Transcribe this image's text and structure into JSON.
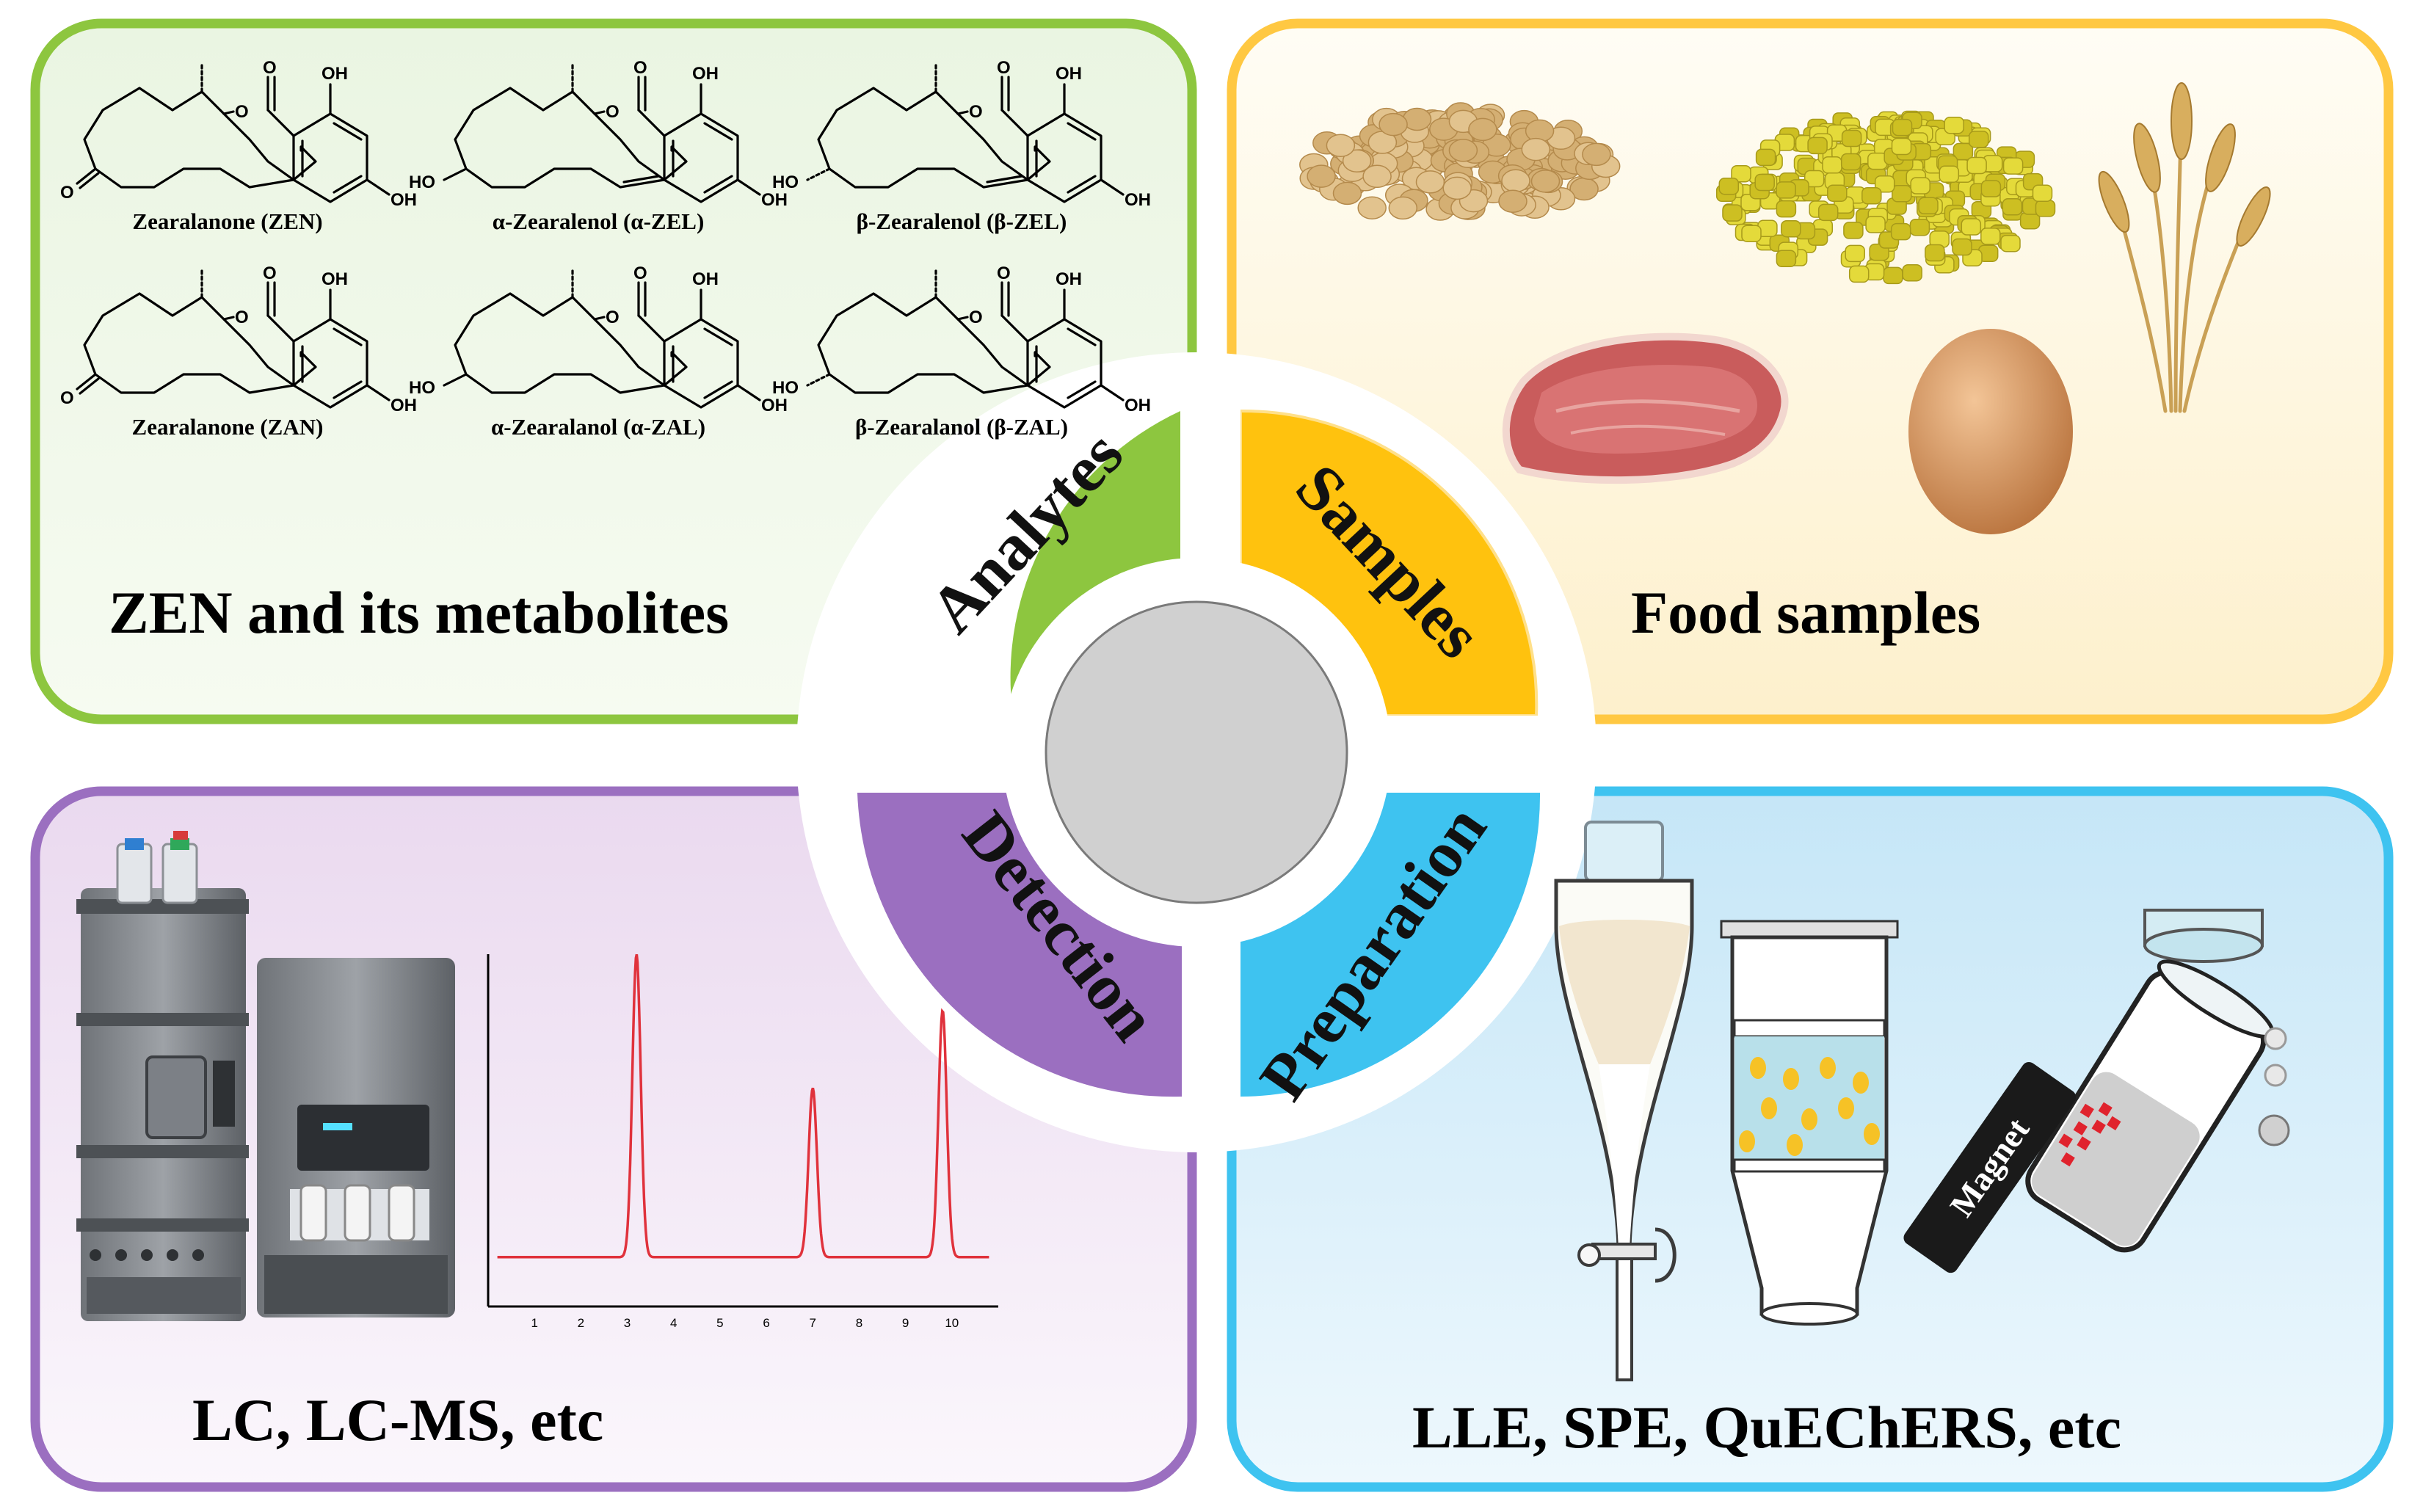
{
  "quadrants": {
    "analytes": {
      "label": "Analytes",
      "title": "ZEN and its metabolites",
      "color": "#8dc63f",
      "compounds": [
        {
          "name": "Zearalanone (ZEN)",
          "ring_sub": "O",
          "alkene": false
        },
        {
          "name": "α-Zearalenol (α-ZEL)",
          "ring_sub": "HO",
          "alkene": true
        },
        {
          "name": "β-Zearalenol (β-ZEL)",
          "ring_sub": "HO",
          "alkene": true
        },
        {
          "name": "Zearalanone (ZAN)",
          "ring_sub": "O",
          "alkene": false
        },
        {
          "name": "α-Zearalanol (α-ZAL)",
          "ring_sub": "HO",
          "alkene": false
        },
        {
          "name": "β-Zearalanol (β-ZAL)",
          "ring_sub": "HO",
          "alkene": false
        }
      ],
      "atoms": {
        "oxygen": "O",
        "hydroxyl": "OH",
        "hydroxyl_left": "HO"
      }
    },
    "samples": {
      "label": "Samples",
      "title": "Food samples",
      "color": "#ffc20e",
      "items": [
        "soybean-icon",
        "corn-icon",
        "wheat-icon",
        "meat-icon",
        "egg-icon"
      ]
    },
    "detection": {
      "label": "Detection",
      "title": "LC, LC-MS, etc",
      "color": "#9b6fc0"
    },
    "preparation": {
      "label": "Preparation",
      "title": "LLE, SPE, QuEChERS, etc",
      "color": "#3ec3f0",
      "magnet_label": "Magnet"
    }
  },
  "center_color": "#d0d0d0",
  "chart_data": {
    "type": "line",
    "title": "",
    "xlabel": "",
    "ylabel": "",
    "xticks": [
      "1",
      "2",
      "3",
      "4",
      "5",
      "6",
      "7",
      "8",
      "9",
      "10"
    ],
    "xlim": [
      0,
      11
    ],
    "ylim": [
      0,
      1
    ],
    "baseline": 0.14,
    "peaks": [
      {
        "x": 3.2,
        "height": 1.0
      },
      {
        "x": 7.0,
        "height": 0.62
      },
      {
        "x": 9.8,
        "height": 0.84
      }
    ],
    "series": [
      {
        "values_note_free": true,
        "color": "#e0323c"
      }
    ]
  }
}
